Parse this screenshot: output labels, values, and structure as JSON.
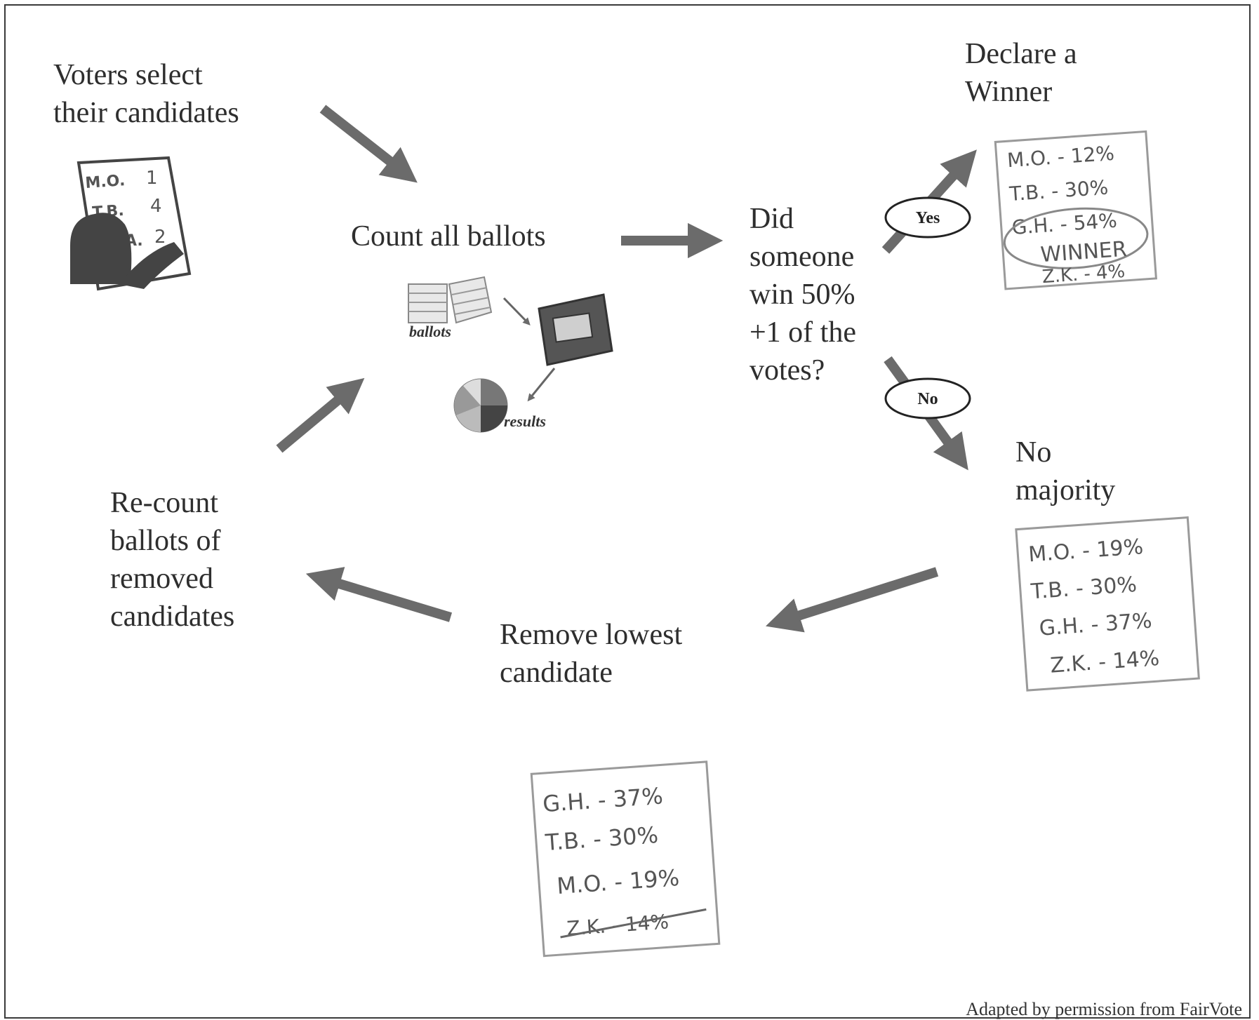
{
  "labels": {
    "voters": "Voters select\ntheir candidates",
    "count": "Count all ballots",
    "question": "Did\nsomeone\nwin 50%\n+1 of the\nvotes?",
    "declare": "Declare a\nWinner",
    "no_majority": "No\nmajority",
    "remove": "Remove lowest\ncandidate",
    "recount": "Re-count\nballots of\nremoved\ncandidates"
  },
  "decision": {
    "yes": "Yes",
    "no": "No"
  },
  "icons": {
    "ballot_marks": [
      "M.O.",
      "1",
      "T.B.",
      "4",
      "A.",
      "2"
    ],
    "ballots_caption": "ballots",
    "results_caption": "results"
  },
  "winner_card": {
    "rows": [
      "M.O. - 12%",
      "T.B. - 30%",
      "G.H. - 54%",
      "Z.K. - 4%"
    ],
    "stamp": "WINNER"
  },
  "no_majority_card": {
    "rows": [
      "M.O. - 19%",
      "T.B. - 30%",
      "G.H. - 37%",
      "Z.K. - 14%"
    ]
  },
  "ranked_card": {
    "rows": [
      "G.H. - 37%",
      "T.B. - 30%",
      "M.O. - 19%",
      "Z.K. - 14%"
    ]
  },
  "credit": "Adapted by permission from FairVote",
  "colors": {
    "arrow": "#6b6b6b",
    "text": "#2e2e2e",
    "card_border": "#9a9a9a"
  }
}
